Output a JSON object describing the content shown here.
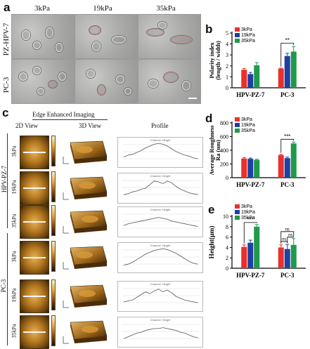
{
  "panels": {
    "a": "a",
    "b": "b",
    "c": "c",
    "d": "d",
    "e": "e"
  },
  "panel_a": {
    "columns": [
      "3kPa",
      "19kPa",
      "35kPa"
    ],
    "rows": [
      "PZ-HPV-7",
      "PC-3"
    ]
  },
  "panel_c": {
    "title": "Edge Enhanced Imaging",
    "columns": [
      "2D View",
      "3D View",
      "Profile"
    ],
    "groups": [
      "HPV-PZ-7",
      "PC-3"
    ],
    "row_labels": [
      "3kPa",
      "19kPa",
      "35kPa",
      "3kPa",
      "19kPa",
      "35kPa"
    ],
    "profile_caption": "Channel: Height"
  },
  "colors": {
    "3kPa": "#e8312c",
    "19kPa": "#1f3fa3",
    "35kPa": "#1f9a4a"
  },
  "chart_data": [
    {
      "panel": "b",
      "type": "bar",
      "categories": [
        "HPV-PZ-7",
        "PC-3"
      ],
      "series": [
        {
          "name": "3kPa",
          "values": [
            1.65,
            1.75
          ],
          "errors": [
            0.12,
            0.05
          ]
        },
        {
          "name": "19kPa",
          "values": [
            1.25,
            2.9
          ],
          "errors": [
            0.15,
            0.25
          ]
        },
        {
          "name": "35kPa",
          "values": [
            2.05,
            3.3
          ],
          "errors": [
            0.25,
            0.45
          ]
        }
      ],
      "ylabel": "Polarity index (length / width)",
      "ylim": [
        0,
        5
      ],
      "yticks": [
        "0",
        "1",
        "2",
        "3",
        "4",
        "5"
      ],
      "legend": "top-left",
      "significance": [
        {
          "group": "PC-3",
          "label": "**"
        }
      ]
    },
    {
      "panel": "d",
      "type": "bar",
      "categories": [
        "HPV-PZ-7",
        "PC-3"
      ],
      "series": [
        {
          "name": "3kPa",
          "values": [
            280,
            330
          ],
          "errors": [
            15,
            12
          ]
        },
        {
          "name": "19kPa",
          "values": [
            275,
            285
          ],
          "errors": [
            12,
            15
          ]
        },
        {
          "name": "35kPa",
          "values": [
            260,
            500
          ],
          "errors": [
            10,
            20
          ]
        }
      ],
      "ylabel": "Average Roughness Ra (nm)",
      "ylim": [
        0,
        800
      ],
      "yticks": [
        "0",
        "200",
        "400",
        "600",
        "800"
      ],
      "legend": "top-left",
      "significance": [
        {
          "group": "PC-3",
          "label": "***"
        }
      ]
    },
    {
      "panel": "e",
      "type": "bar",
      "categories": [
        "HPV-PZ-7",
        "PC-3"
      ],
      "series": [
        {
          "name": "3kPa",
          "values": [
            4.1,
            4.0
          ],
          "errors": [
            0.4,
            0.5
          ]
        },
        {
          "name": "19kPa",
          "values": [
            4.9,
            3.7
          ],
          "errors": [
            0.5,
            0.9
          ]
        },
        {
          "name": "35kPa",
          "values": [
            8.0,
            4.5
          ],
          "errors": [
            0.4,
            1.2
          ]
        }
      ],
      "ylabel": "Height(μm)",
      "ylim": [
        0,
        10
      ],
      "yticks": [
        "0",
        "2",
        "4",
        "6",
        "8",
        "10"
      ],
      "legend": "top-left",
      "significance": [
        {
          "group": "HPV-PZ-7",
          "label": "***"
        },
        {
          "group": "PC-3",
          "label": "ns"
        },
        {
          "group": "PC-3",
          "label": "ns"
        },
        {
          "group": "PC-3",
          "label": "ns"
        }
      ]
    }
  ]
}
